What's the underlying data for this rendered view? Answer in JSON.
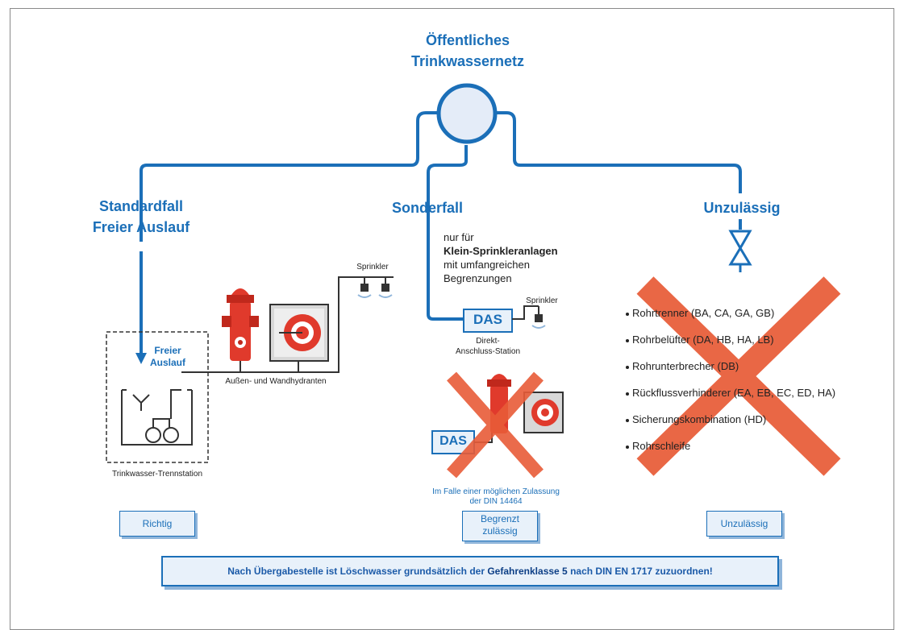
{
  "header": {
    "line1": "Öffentliches",
    "line2": "Trinkwassernetz"
  },
  "branches": {
    "left": {
      "line1": "Standardfall",
      "line2": "Freier Auslauf"
    },
    "middle": {
      "title": "Sonderfall"
    },
    "right": {
      "title": "Unzulässig"
    }
  },
  "left_panel": {
    "freier_line1": "Freier",
    "freier_line2": "Auslauf",
    "station_label": "Trinkwasser-Trennstation",
    "hydrant_label": "Außen- und Wandhydranten",
    "sprinkler_label": "Sprinkler"
  },
  "middle_panel": {
    "note_line1": "nur für",
    "note_line2": "Klein-Sprinkleranlagen",
    "note_line3": "mit umfangreichen",
    "note_line4": "Begrenzungen",
    "das_label": "DAS",
    "das_desc_line1": "Direkt-",
    "das_desc_line2": "Anschluss-Station",
    "sprinkler_label": "Sprinkler",
    "das_crossed_label": "DAS",
    "admission_line1": "Im Falle einer möglichen Zulassung",
    "admission_line2": "der DIN 14464"
  },
  "right_panel": {
    "items": [
      "Rohrtrenner (BA, CA, GA, GB)",
      "Rohrbelüfter (DA, HB, HA, LB)",
      "Rohrunterbrecher (DB)",
      "Rückflussverhinderer (EA, EB, EC, ED, HA)",
      "Sicherungskombination (HD)",
      "Rohrschleife"
    ]
  },
  "tags": {
    "left": "Richtig",
    "middle_line1": "Begrenzt",
    "middle_line2": "zulässig",
    "right": "Unzulässig"
  },
  "notice": {
    "before": "Nach Übergabestelle ist Löschwasser grundsätzlich der ",
    "bold": "Gefahrenklasse 5",
    "after": " nach DIN EN 1717 zuzuordnen!"
  },
  "colors": {
    "pipe_blue": "#1b6fb8",
    "cross_orange": "#e85c38",
    "hydrant_red": "#e03a2c"
  }
}
